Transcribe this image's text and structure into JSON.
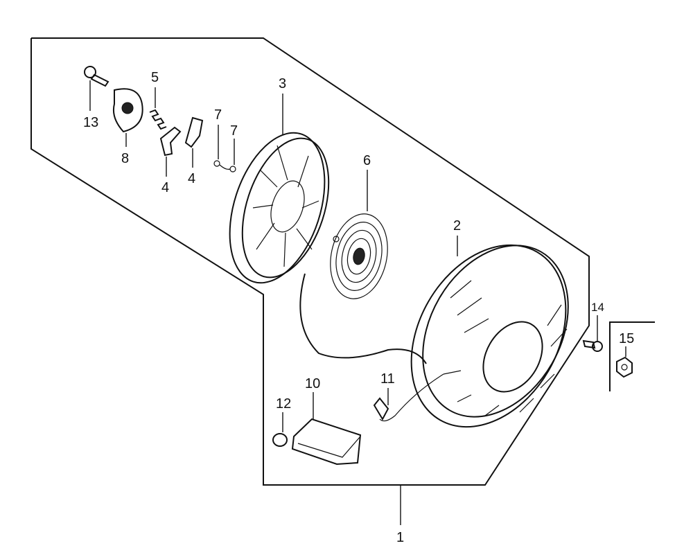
{
  "callouts": {
    "p1": "1",
    "p2": "2",
    "p3": "3",
    "p4a": "4",
    "p4b": "4",
    "p5": "5",
    "p6": "6",
    "p7a": "7",
    "p7b": "7",
    "p8": "8",
    "p10": "10",
    "p11": "11",
    "p12": "12",
    "p13": "13",
    "p14": "14",
    "p15": "15"
  }
}
